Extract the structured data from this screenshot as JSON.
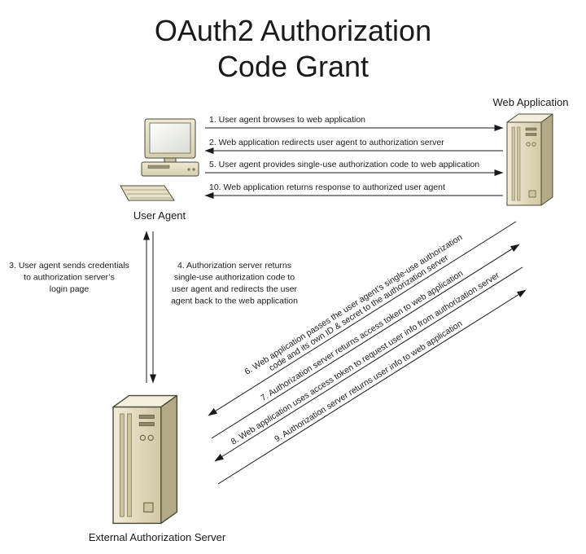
{
  "title": {
    "line1": "OAuth2 Authorization",
    "line2": "Code Grant"
  },
  "nodes": {
    "user_agent": {
      "label": "User Agent"
    },
    "web_application": {
      "label": "Web Application"
    },
    "auth_server": {
      "label": "External Authorization Server"
    }
  },
  "palette": {
    "blue": "#2E74B5",
    "green": "#76923C",
    "red": "#C0504D",
    "teal": "#31849B",
    "ink": "#1a1a1a",
    "tower_beige": "#E4DCC0"
  },
  "messages": {
    "m1": {
      "text": "1. User agent browses to web application",
      "color": "#2E74B5",
      "from": "user_agent",
      "to": "web_application"
    },
    "m2": {
      "text": "2. Web application redirects user agent to authorization server",
      "color": "#76923C",
      "from": "web_application",
      "to": "user_agent"
    },
    "m3": {
      "lines": [
        "3. User agent sends credentials",
        "to authorization server’s",
        "login page"
      ],
      "color": "#2E74B5",
      "from": "user_agent",
      "to": "auth_server"
    },
    "m4": {
      "lines": [
        "4. Authorization server returns",
        "single-use authorization code to",
        "user agent and redirects the user",
        "agent back to the web application"
      ],
      "color": "#76923C",
      "from": "auth_server",
      "to": "user_agent"
    },
    "m5": {
      "text": "5. User agent provides single-use authorization code to web application",
      "color": "#2E74B5",
      "from": "user_agent",
      "to": "web_application"
    },
    "m6": {
      "lines": [
        "6. Web application passes the user agent’s single-use authorization",
        "code and its own ID & secret to the authorization server"
      ],
      "color": "#2E74B5",
      "from": "web_application",
      "to": "auth_server"
    },
    "m7": {
      "text": "7. Authorization server returns access token to web application",
      "color": "#C0504D",
      "from": "auth_server",
      "to": "web_application"
    },
    "m8": {
      "text": "8. Web application uses access token to request user info from authorization server",
      "color": "#31849B",
      "from": "web_application",
      "to": "auth_server"
    },
    "m9": {
      "text": "9. Authorization server returns user info to web application",
      "color": "#C0504D",
      "from": "auth_server",
      "to": "web_application"
    },
    "m10": {
      "text": "10. Web application returns response to authorized user agent",
      "color": "#76923C",
      "from": "web_application",
      "to": "user_agent"
    }
  }
}
